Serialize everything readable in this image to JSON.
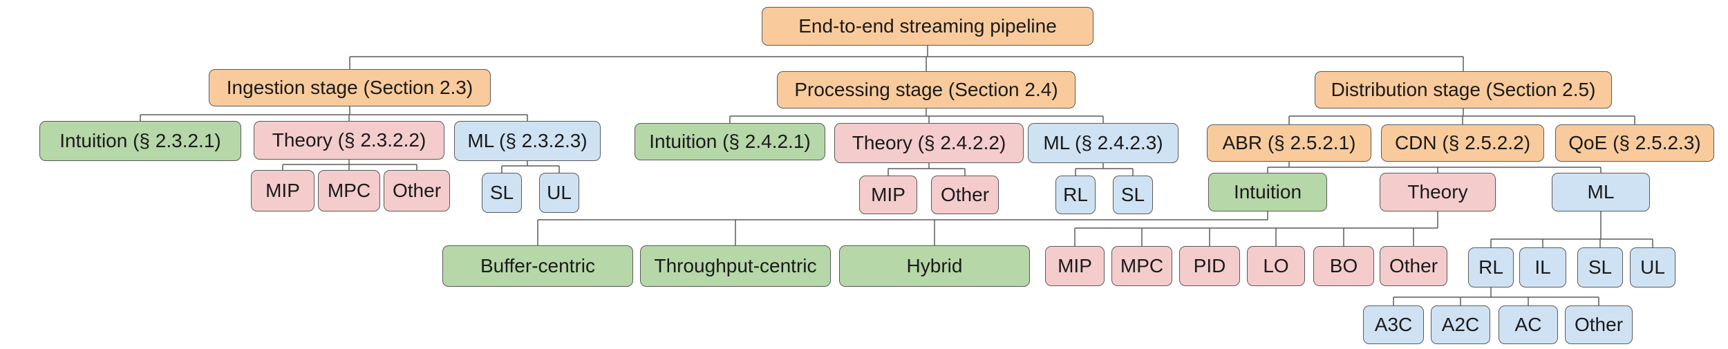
{
  "colors": {
    "orange": "#f9cb9c",
    "pink": "#f4cccc",
    "blue": "#cfe2f3",
    "green": "#b6d7a8",
    "line": "#5a5a5a"
  },
  "nodes": {
    "root": "End-to-end streaming pipeline",
    "ingestion": "Ingestion stage (Section 2.3)",
    "processing": "Processing stage (Section 2.4)",
    "distribution": "Distribution stage (Section 2.5)",
    "ing_intuition": "Intuition (§ 2.3.2.1)",
    "ing_theory": "Theory (§ 2.3.2.2)",
    "ing_ml": "ML (§ 2.3.2.3)",
    "ing_mip": "MIP",
    "ing_mpc": "MPC",
    "ing_other": "Other",
    "ing_sl": "SL",
    "ing_ul": "UL",
    "proc_intuition": "Intuition (§ 2.4.2.1)",
    "proc_theory": "Theory (§ 2.4.2.2)",
    "proc_ml": "ML (§ 2.4.2.3)",
    "proc_mip": "MIP",
    "proc_other": "Other",
    "proc_rl": "RL",
    "proc_sl": "SL",
    "abr": "ABR (§ 2.5.2.1)",
    "cdn": "CDN (§ 2.5.2.2)",
    "qoe": "QoE (§ 2.5.2.3)",
    "abr_intuition": "Intuition",
    "abr_theory": "Theory",
    "abr_ml": "ML",
    "buffer_centric": "Buffer-centric",
    "throughput_centric": "Throughput-centric",
    "hybrid": "Hybrid",
    "abr_mip": "MIP",
    "abr_mpc": "MPC",
    "abr_pid": "PID",
    "abr_lo": "LO",
    "abr_bo": "BO",
    "abr_other": "Other",
    "abr_rl": "RL",
    "abr_il": "IL",
    "abr_sl": "SL",
    "abr_ul": "UL",
    "a3c": "A3C",
    "a2c": "A2C",
    "ac": "AC",
    "rl_other": "Other"
  }
}
